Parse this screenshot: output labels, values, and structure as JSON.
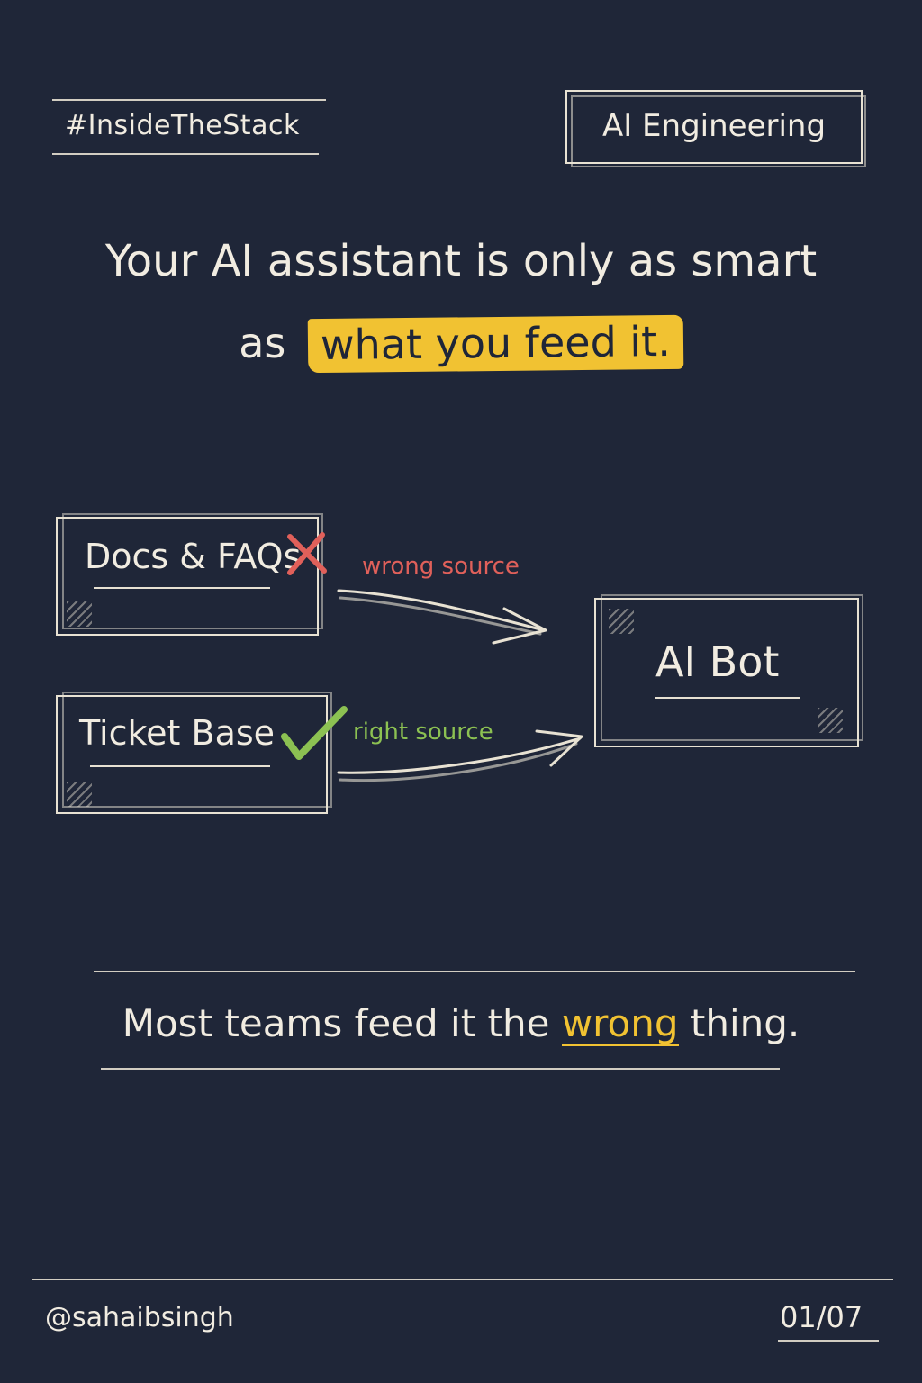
{
  "header": {
    "hashtag": "#InsideTheStack",
    "badge": "AI Engineering"
  },
  "headline": {
    "line1": "Your AI assistant is only as smart",
    "line2_prefix": "as",
    "line2_highlight": "what you feed it."
  },
  "diagram": {
    "sources": [
      {
        "label": "Docs & FAQs",
        "status_icon": "cross-icon",
        "note": "wrong source"
      },
      {
        "label": "Ticket Base",
        "status_icon": "check-icon",
        "note": "right source"
      }
    ],
    "target": {
      "label": "AI Bot"
    }
  },
  "statement": {
    "before": "Most teams feed it the ",
    "emphasis": "wrong",
    "after": " thing."
  },
  "footer": {
    "handle": "@sahaibsingh",
    "page": "01/07"
  },
  "colors": {
    "background": "#1f2638",
    "chalk": "#efeadf",
    "highlight": "#f1c232",
    "wrong": "#e0605a",
    "right": "#8cc152"
  }
}
